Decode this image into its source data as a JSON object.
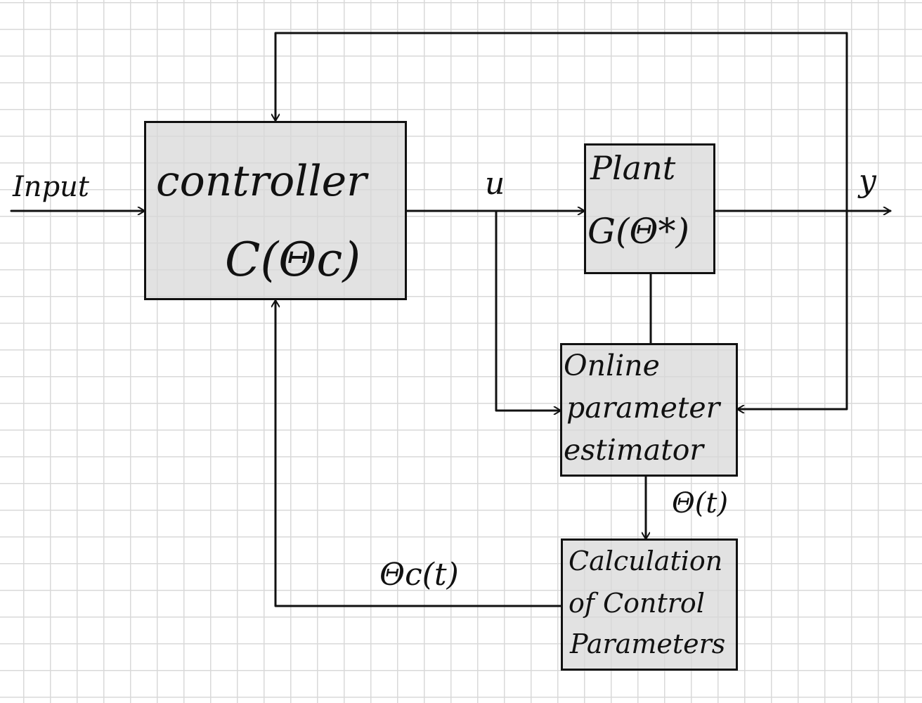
{
  "blocks": {
    "controller": {
      "line1": "controller",
      "line2": "C(Θc)"
    },
    "plant": {
      "line1": "Plant",
      "line2": "G(Θ*)"
    },
    "estimator": {
      "line1": "Online",
      "line2": "parameter",
      "line3": "estimator"
    },
    "calculation": {
      "line1": "Calculation",
      "line2": "of Control",
      "line3": "Parameters"
    }
  },
  "signals": {
    "input": "Input",
    "u": "u",
    "y": "y",
    "theta_t": "Θ(t)",
    "theta_c_t": "Θc(t)"
  },
  "colors": {
    "line": "#111111",
    "block_fill": "#d7d7d7",
    "grid": "#d9d9d9"
  }
}
